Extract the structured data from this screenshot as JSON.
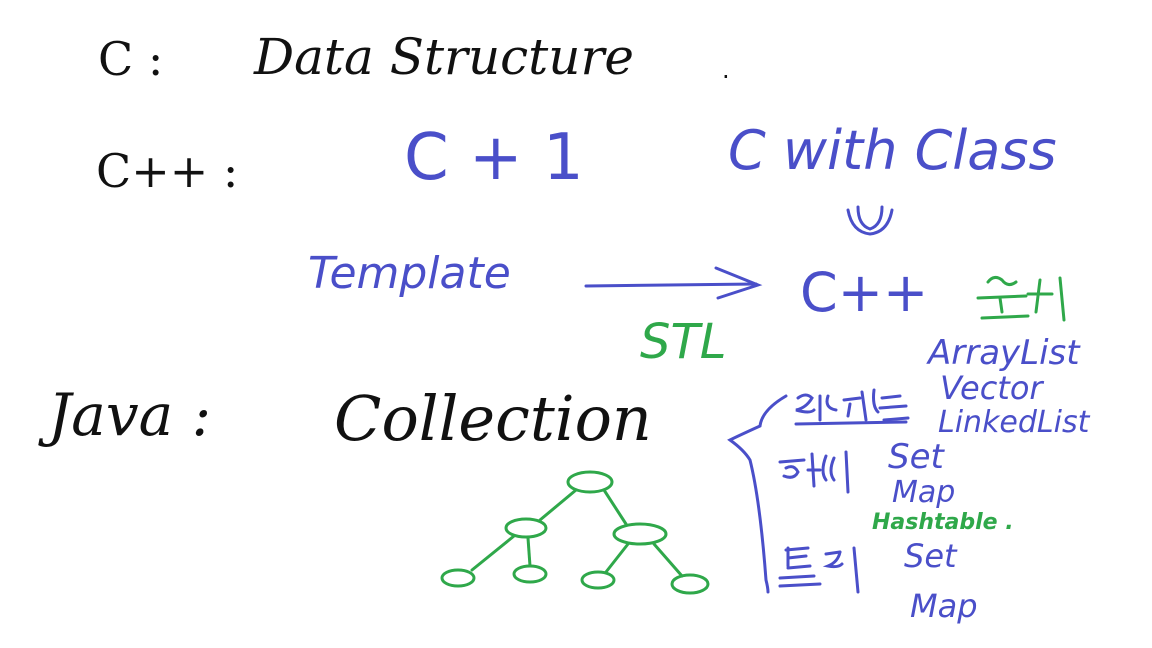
{
  "colors": {
    "black": "#111111",
    "blue": "#4a4fc9",
    "green": "#2fa84a"
  },
  "lines": {
    "c_label": "C :",
    "c_value": "Data Structure",
    "c_dot": ".",
    "cpp_label": "C++ :",
    "c_plus_one": "C + 1",
    "c_with_class": "C with Class",
    "template": "Template",
    "cpp": "C++",
    "stl": "STL",
    "java_label": "Java :",
    "java_value": "Collection"
  },
  "categories": {
    "sequence": {
      "items": [
        "ArrayList",
        "Vector",
        "LinkedList"
      ]
    },
    "hash": {
      "items": [
        "Set",
        "Map",
        "Hashtable ."
      ]
    },
    "tree": {
      "items": [
        "Set",
        "Map"
      ]
    }
  }
}
